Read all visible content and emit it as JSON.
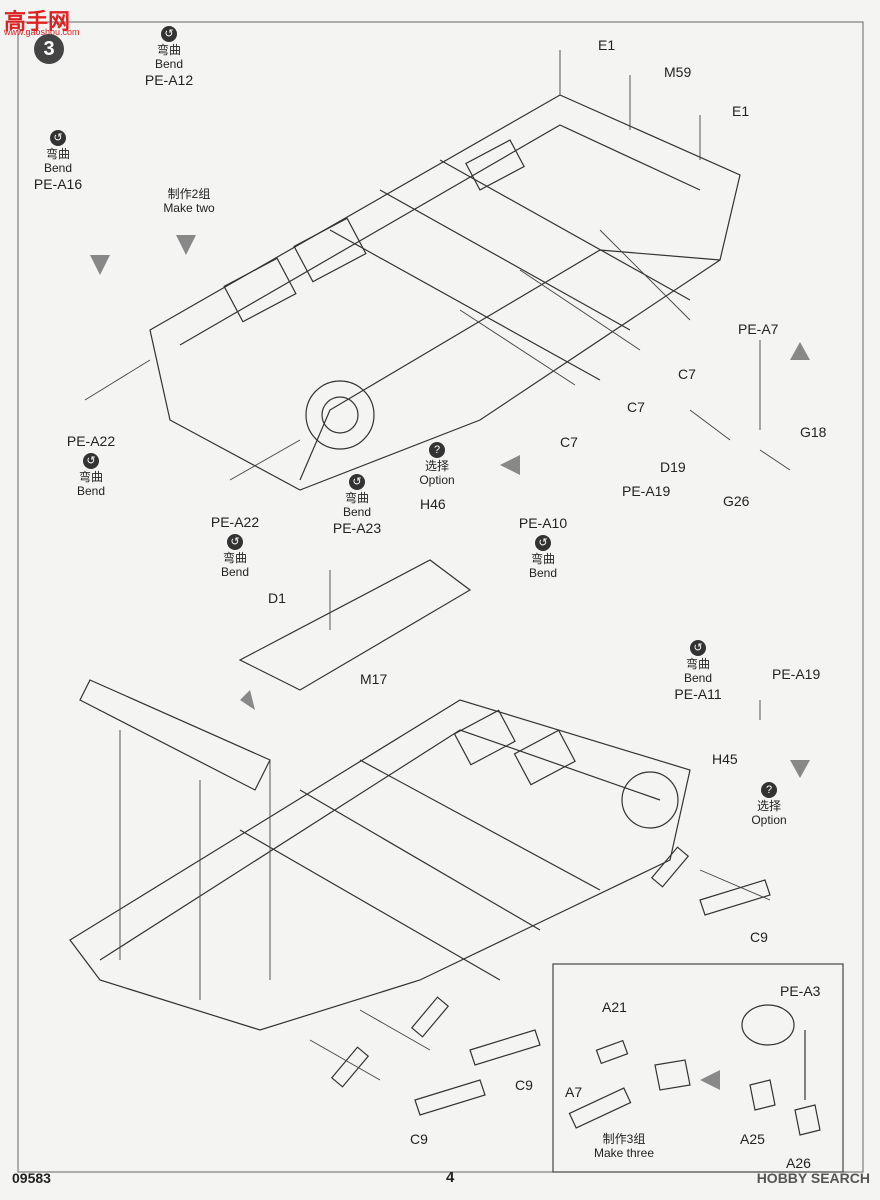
{
  "header": {
    "logo_text": "高手网",
    "logo_sub": "www.gaoshou.com",
    "step_number": "3"
  },
  "footer": {
    "kit_code": "09583",
    "page_number": "4",
    "brand": "HOBBY SEARCH"
  },
  "callouts": {
    "e1_top": "E1",
    "m59": "M59",
    "e1_right": "E1",
    "pe_a12": {
      "cn": "弯曲",
      "en": "Bend",
      "part": "PE-A12"
    },
    "pe_a16": {
      "cn": "弯曲",
      "en": "Bend",
      "part": "PE-A16"
    },
    "make_two": {
      "cn": "制作2组",
      "en": "Make two"
    },
    "c7_1": "C7",
    "c7_2": "C7",
    "c7_3": "C7",
    "pe_a7": "PE-A7",
    "d19": "D19",
    "g18": "G18",
    "g26": "G26",
    "pe_a22_left": {
      "part": "PE-A22",
      "cn": "弯曲",
      "en": "Bend"
    },
    "pe_a22_mid": {
      "part": "PE-A22",
      "cn": "弯曲",
      "en": "Bend"
    },
    "pe_a23": {
      "cn": "弯曲",
      "en": "Bend",
      "part": "PE-A23"
    },
    "h46": "H46",
    "option_top": {
      "cn": "选择",
      "en": "Option"
    },
    "pe_a19_top": "PE-A19",
    "pe_a10": {
      "part": "PE-A10",
      "cn": "弯曲",
      "en": "Bend"
    },
    "d1": "D1",
    "m17": "M17",
    "pe_a11": {
      "cn": "弯曲",
      "en": "Bend",
      "part": "PE-A11"
    },
    "pe_a19_right": "PE-A19",
    "h45": "H45",
    "option_right": {
      "cn": "选择",
      "en": "Option"
    },
    "c9_right": "C9",
    "c9_mid": "C9",
    "c9_bottom": "C9",
    "inset": {
      "a21": "A21",
      "a7": "A7",
      "make_three": {
        "cn": "制作3组",
        "en": "Make three"
      },
      "pe_a3": "PE-A3",
      "a25": "A25",
      "a26": "A26"
    }
  }
}
